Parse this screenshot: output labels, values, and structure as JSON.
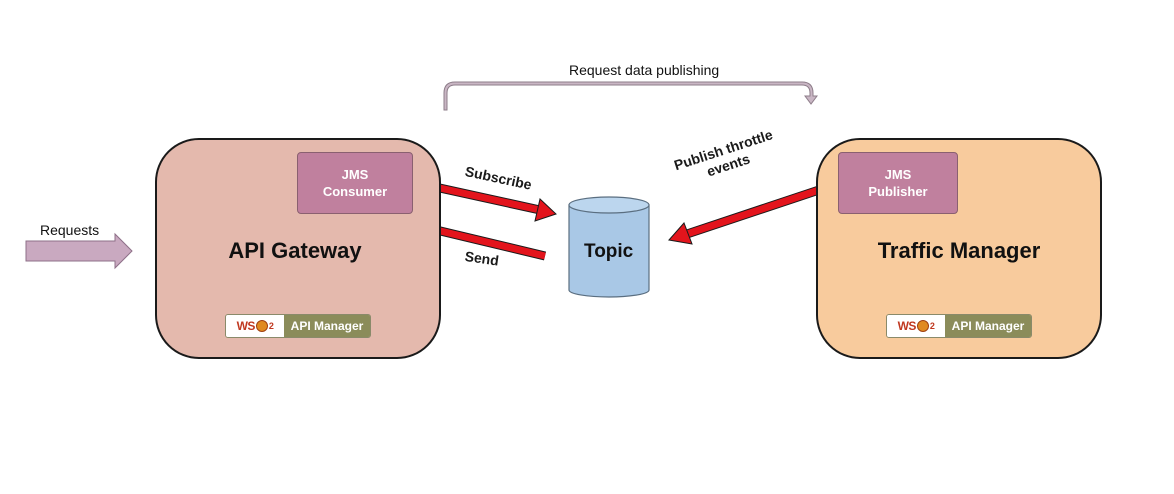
{
  "requests_label": "Requests",
  "publishing_label": "Request data publishing",
  "gateway": {
    "title": "API Gateway",
    "jms_line1": "JMS",
    "jms_line2": "Consumer",
    "badge_logo": "WSO2",
    "badge_text": "API Manager"
  },
  "traffic_manager": {
    "title": "Traffic Manager",
    "jms_line1": "JMS",
    "jms_line2": "Publisher",
    "badge_logo": "WSO2",
    "badge_text": "API Manager"
  },
  "topic_label": "Topic",
  "arrows": {
    "subscribe": "Subscribe",
    "send": "Send",
    "throttle_line1": "Publish throttle",
    "throttle_line2": "events"
  },
  "colors": {
    "gateway_fill": "#e4b9ad",
    "traffic_fill": "#f8cb9d",
    "jms_fill": "#c0809e",
    "topic_fill": "#a9c8e6",
    "arrow_red": "#e3141c",
    "requests_arrow": "#c9a9c0"
  }
}
